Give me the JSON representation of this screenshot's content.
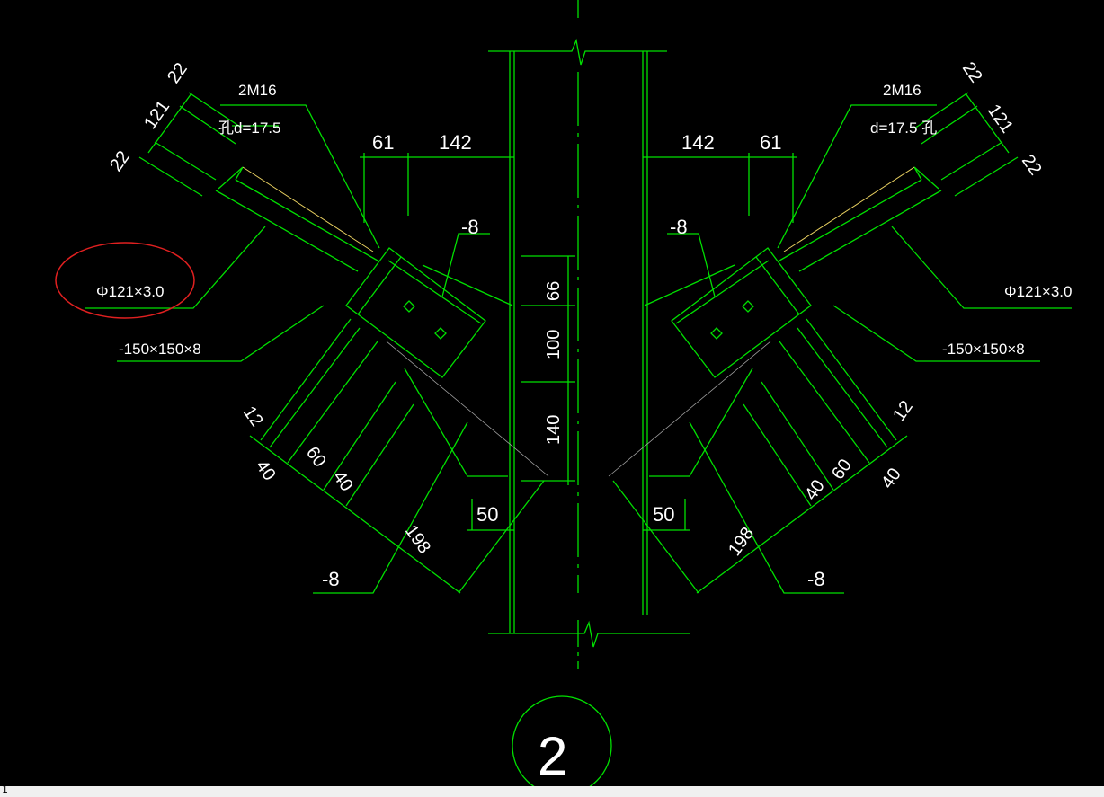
{
  "drawing": {
    "colors": {
      "background": "#000000",
      "line": "#00e000",
      "text": "#ffffff",
      "highlight": "#e02020",
      "hidden": "#a0a0a0",
      "weld": "#e8d060"
    },
    "left": {
      "bolt_label": "2M16",
      "hole_label": "孔d=17.5",
      "pipe_label": "Φ121×3.0",
      "plate_label": "-150×150×8",
      "gusset_upper": "-8",
      "gusset_lower": "-8",
      "dim_61": "61",
      "dim_142": "142",
      "dim_22a": "22",
      "dim_121": "121",
      "dim_22b": "22",
      "dim_12": "12",
      "dim_40a": "40",
      "dim_60": "60",
      "dim_40b": "40",
      "dim_198": "198",
      "dim_50": "50"
    },
    "right": {
      "bolt_label": "2M16",
      "hole_label": "d=17.5 孔",
      "pipe_label": "Φ121×3.0",
      "plate_label": "-150×150×8",
      "gusset_upper": "-8",
      "gusset_lower": "-8",
      "dim_61": "61",
      "dim_142": "142",
      "dim_22a": "22",
      "dim_121": "121",
      "dim_22b": "22",
      "dim_12": "12",
      "dim_40a": "40",
      "dim_60": "60",
      "dim_40b": "40",
      "dim_198": "198",
      "dim_50": "50"
    },
    "center": {
      "dim_66": "66",
      "dim_100": "100",
      "dim_140": "140"
    },
    "section_number": "2"
  },
  "status": {
    "text": "1"
  }
}
